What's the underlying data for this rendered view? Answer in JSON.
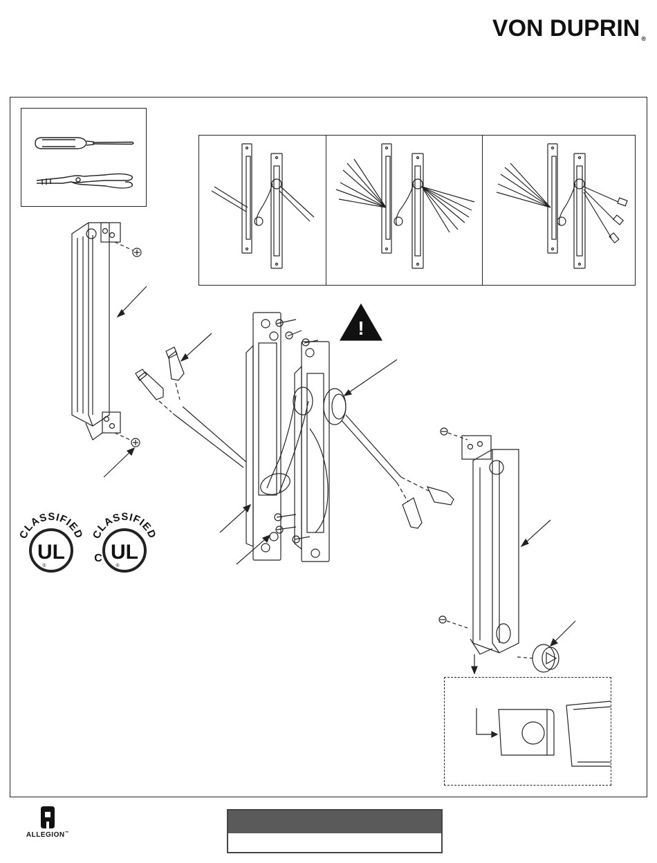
{
  "header": {
    "brand": "VON DUPRIN",
    "brand_reg": "®"
  },
  "warning": {
    "symbol": "!",
    "icon": "warning-triangle-icon"
  },
  "certifications": [
    {
      "label": "CLASSIFIED",
      "mark": "UL",
      "registered": "®",
      "prefix": ""
    },
    {
      "label": "CLASSIFIED",
      "mark": "UL",
      "registered": "®",
      "prefix": "C"
    }
  ],
  "footer": {
    "company": "ALLEGION",
    "company_tm": "™"
  },
  "colors": {
    "line": "#222222",
    "title_bar": "#5a5a5a",
    "warning_fill": "#111111"
  }
}
